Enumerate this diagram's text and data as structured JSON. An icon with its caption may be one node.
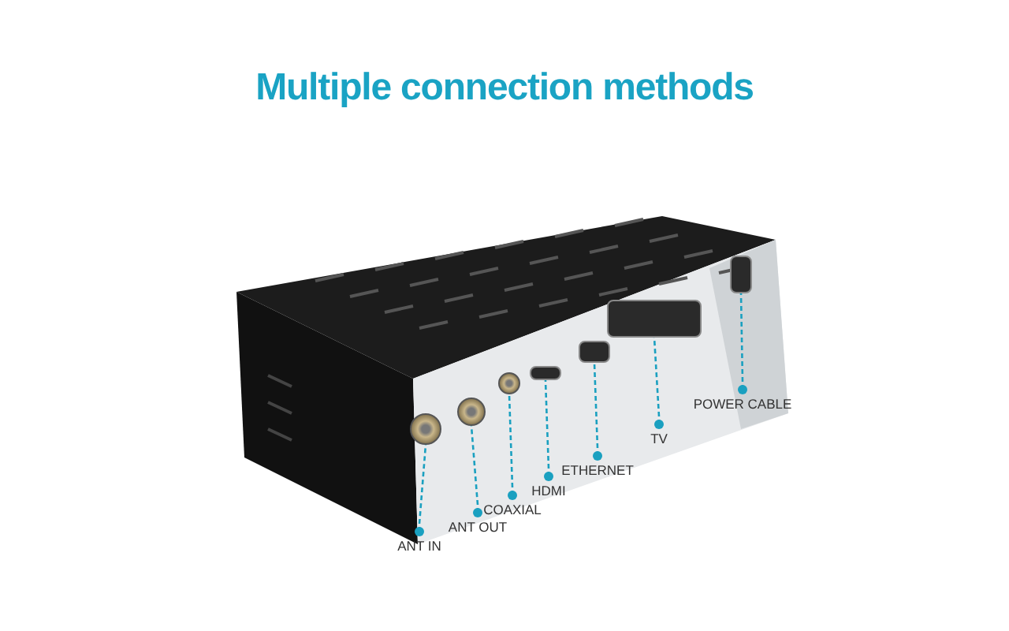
{
  "diagram": {
    "title": "Multiple connection methods",
    "nodes": [
      {
        "text": [
          "ANT IN"
        ]
      },
      {
        "text": [
          "ANT OUT"
        ]
      },
      {
        "text": [
          "COAXIAL"
        ]
      },
      {
        "text": [
          "HDMI"
        ]
      },
      {
        "text": [
          "ETHERNET"
        ]
      },
      {
        "text": [
          "TV"
        ]
      },
      {
        "text": [
          "POWER CABLE"
        ]
      },
      {
        "text": [],
        "shape": "circle"
      },
      {
        "text": [],
        "shape": "circle"
      },
      {
        "text": [],
        "shape": "circle"
      },
      {
        "text": [],
        "shape": "box"
      },
      {
        "text": [],
        "shape": "box"
      },
      {
        "text": [],
        "shape": "box"
      },
      {
        "text": [],
        "shape": "box"
      }
    ],
    "edges": [
      {
        "from": 0,
        "to": 7,
        "arrow": "other",
        "style": "dashed"
      },
      {
        "from": 1,
        "to": 8,
        "arrow": "other",
        "style": "dashed"
      },
      {
        "from": 2,
        "to": 9,
        "arrow": "other",
        "style": "dashed"
      },
      {
        "from": 3,
        "to": 10,
        "arrow": "other",
        "style": "dashed"
      },
      {
        "from": 4,
        "to": 11,
        "arrow": "other",
        "style": "dashed"
      },
      {
        "from": 5,
        "to": 12,
        "arrow": "other",
        "style": "dashed"
      },
      {
        "from": 6,
        "to": 13,
        "arrow": "other",
        "style": "dashed"
      }
    ]
  }
}
